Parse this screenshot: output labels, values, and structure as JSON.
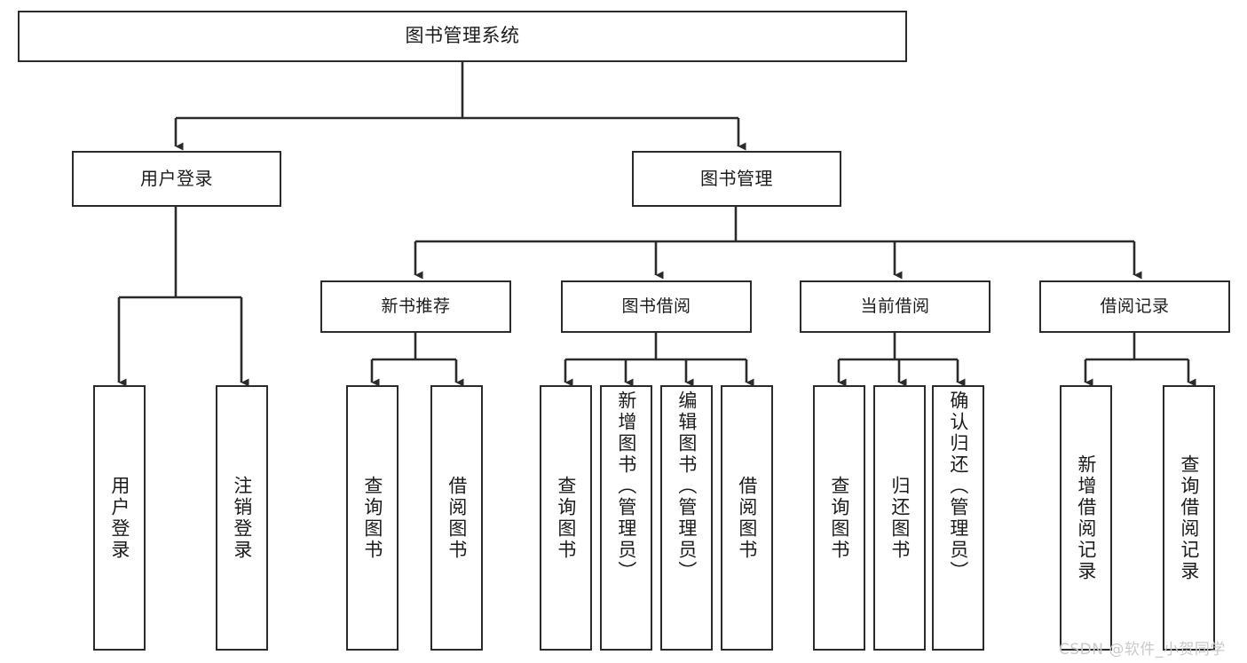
{
  "diagram": {
    "title": "图书管理系统",
    "type": "tree",
    "root": {
      "id": "root",
      "label": "图书管理系统"
    },
    "level1": [
      {
        "id": "user-login",
        "label": "用户登录"
      },
      {
        "id": "book-manage",
        "label": "图书管理"
      }
    ],
    "level2": [
      {
        "id": "new-book-rec",
        "label": "新书推荐",
        "parent": "book-manage"
      },
      {
        "id": "book-borrow",
        "label": "图书借阅",
        "parent": "book-manage"
      },
      {
        "id": "current-borrow",
        "label": "当前借阅",
        "parent": "book-manage"
      },
      {
        "id": "borrow-record",
        "label": "借阅记录",
        "parent": "book-manage"
      }
    ],
    "leaves": [
      {
        "id": "leaf-user-login",
        "label": "用户登录",
        "parent": "user-login"
      },
      {
        "id": "leaf-user-logout",
        "label": "注销登录",
        "parent": "user-login"
      },
      {
        "id": "leaf-query-book-1",
        "label": "查询图书",
        "parent": "new-book-rec"
      },
      {
        "id": "leaf-borrow-book-1",
        "label": "借阅图书",
        "parent": "new-book-rec"
      },
      {
        "id": "leaf-query-book-2",
        "label": "查询图书",
        "parent": "book-borrow"
      },
      {
        "id": "leaf-add-book",
        "label": "新增图书（管理员）",
        "parent": "book-borrow"
      },
      {
        "id": "leaf-edit-book",
        "label": "编辑图书（管理员）",
        "parent": "book-borrow"
      },
      {
        "id": "leaf-borrow-book-2",
        "label": "借阅图书",
        "parent": "book-borrow"
      },
      {
        "id": "leaf-query-book-3",
        "label": "查询图书",
        "parent": "current-borrow"
      },
      {
        "id": "leaf-return-book",
        "label": "归还图书",
        "parent": "current-borrow"
      },
      {
        "id": "leaf-confirm-return",
        "label": "确认归还（管理员）",
        "parent": "current-borrow"
      },
      {
        "id": "leaf-add-record",
        "label": "新增借阅记录",
        "parent": "borrow-record"
      },
      {
        "id": "leaf-query-record",
        "label": "查询借阅记录",
        "parent": "borrow-record"
      }
    ],
    "colors": {
      "stroke": "#2b2b2b",
      "fill": "#ffffff",
      "text": "#1b1b1b",
      "watermark": "#c9c9c9"
    }
  },
  "watermark": {
    "text": "CSDN @软件_小贺同学"
  }
}
